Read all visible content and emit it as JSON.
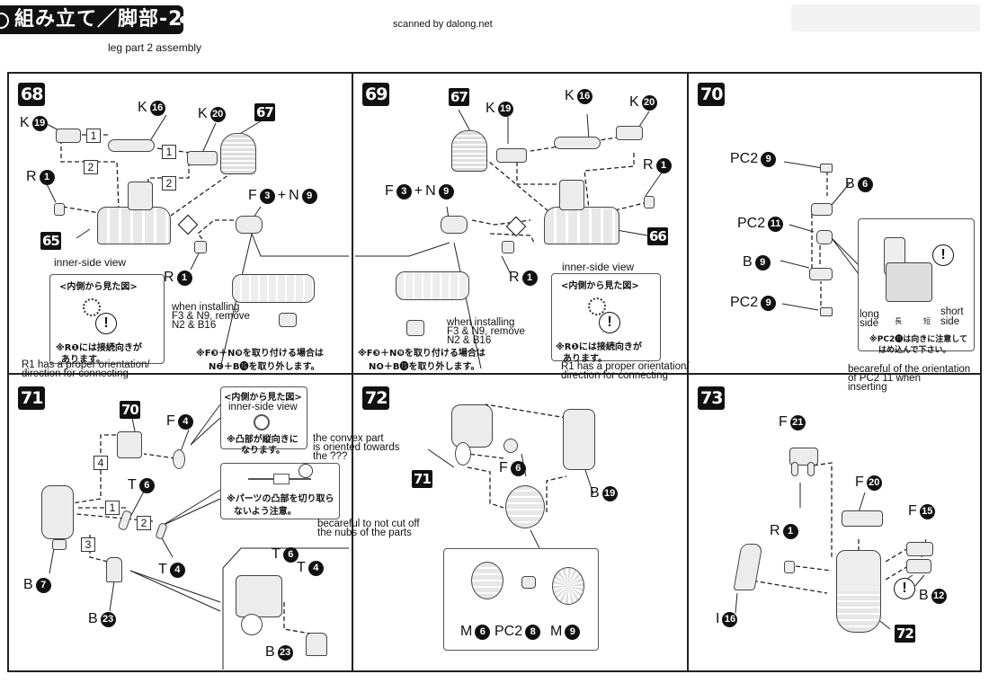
{
  "header": {
    "title": "組み立て／脚部-2",
    "subtitle": "leg part 2 assembly",
    "credit": "scanned by dalong.net"
  },
  "steps": {
    "s68": {
      "number": "68",
      "labels": {
        "k19": {
          "letter": "K",
          "num": "19"
        },
        "k16": {
          "letter": "K",
          "num": "16"
        },
        "k20": {
          "letter": "K",
          "num": "20"
        },
        "ref67": "67",
        "r1a": {
          "letter": "R",
          "num": "1"
        },
        "f3": {
          "letter": "F",
          "num": "3"
        },
        "plus": "+",
        "n9": {
          "letter": "N",
          "num": "9"
        },
        "ref65": "65",
        "r1b": {
          "letter": "R",
          "num": "1"
        }
      },
      "order": [
        "1",
        "1",
        "2",
        "2"
      ],
      "inner_view_en": "inner-side view",
      "inner_view_jp": "<内側から見た図>",
      "inner_note_jp_1": "※R❶には接続向きが",
      "inner_note_jp_2": "あります。",
      "inner_note_en_1": "R1 has a proper orientation/",
      "inner_note_en_2": "direction for connecting",
      "remove_en_1": "when installing",
      "remove_en_2": "F3 & N9, remove",
      "remove_en_3": "N2 & B16",
      "remove_jp_1": "※F❸＋N❾を取り付ける場合は",
      "remove_jp_2": "N❷＋B⓰を取り外します。"
    },
    "s69": {
      "number": "69",
      "labels": {
        "ref67": "67",
        "k19": {
          "letter": "K",
          "num": "19"
        },
        "k16": {
          "letter": "K",
          "num": "16"
        },
        "k20": {
          "letter": "K",
          "num": "20"
        },
        "r1a": {
          "letter": "R",
          "num": "1"
        },
        "f3": {
          "letter": "F",
          "num": "3"
        },
        "plus": "+",
        "n9": {
          "letter": "N",
          "num": "9"
        },
        "ref66": "66",
        "r1b": {
          "letter": "R",
          "num": "1"
        }
      },
      "inner_view_en": "inner-side view",
      "inner_view_jp": "<内側から見た図>",
      "inner_note_jp_1": "※R❶には接続向きが",
      "inner_note_jp_2": "あります。",
      "inner_note_en_1": "R1 has a proper orientation/",
      "inner_note_en_2": "direction for connecting",
      "remove_en_1": "when installing",
      "remove_en_2": "F3 & N9, remove",
      "remove_en_3": "N2 & B16",
      "remove_jp_1": "※F❸＋N❾を取り付ける場合は",
      "remove_jp_2": "N❹＋B⓯を取り外します。"
    },
    "s70": {
      "number": "70",
      "labels": {
        "pc2_9a": {
          "letter": "PC2",
          "num": "9"
        },
        "b6": {
          "letter": "B",
          "num": "6"
        },
        "pc2_11": {
          "letter": "PC2",
          "num": "11"
        },
        "b9": {
          "letter": "B",
          "num": "9"
        },
        "pc2_9b": {
          "letter": "PC2",
          "num": "9"
        }
      },
      "long_side": "long side",
      "short_side": "short side",
      "long_jp": "長",
      "short_jp": "短",
      "note_jp_1": "※PC2⓫は向きに注意して",
      "note_jp_2": "はめ込んで下さい。",
      "note_en_1": "becareful of the orientation",
      "note_en_2": "of PC2 11 when",
      "note_en_3": "inserting"
    },
    "s71": {
      "number": "71",
      "labels": {
        "ref70": "70",
        "f4": {
          "letter": "F",
          "num": "4"
        },
        "t6a": {
          "letter": "T",
          "num": "6"
        },
        "t4a": {
          "letter": "T",
          "num": "4"
        },
        "b7": {
          "letter": "B",
          "num": "7"
        },
        "b23a": {
          "letter": "B",
          "num": "23"
        },
        "t6b": {
          "letter": "T",
          "num": "6"
        },
        "t4b": {
          "letter": "T",
          "num": "4"
        },
        "b23b": {
          "letter": "B",
          "num": "23"
        }
      },
      "order": [
        "4",
        "1",
        "2",
        "3"
      ],
      "inner_view_jp": "<内側から見た図>",
      "inner_view_en": "inner-side view",
      "convex_jp_1": "※凸部が縦向きに",
      "convex_jp_2": "なります。",
      "convex_en_1": "the convex part",
      "convex_en_2": "is oriented towards",
      "convex_en_3": "the ???",
      "nub_jp_1": "※パーツの凸部を切り取ら",
      "nub_jp_2": "ないよう注意。",
      "nub_en_1": "becareful to not cut off",
      "nub_en_2": "the nubs of the parts"
    },
    "s72": {
      "number": "72",
      "labels": {
        "ref71": "71",
        "f6": {
          "letter": "F",
          "num": "6"
        },
        "b19": {
          "letter": "B",
          "num": "19"
        },
        "m6": {
          "letter": "M",
          "num": "6"
        },
        "pc2_8": {
          "letter": "PC2",
          "num": "8"
        },
        "m9": {
          "letter": "M",
          "num": "9"
        }
      }
    },
    "s73": {
      "number": "73",
      "labels": {
        "f21": {
          "letter": "F",
          "num": "21"
        },
        "f20": {
          "letter": "F",
          "num": "20"
        },
        "f15": {
          "letter": "F",
          "num": "15"
        },
        "r1": {
          "letter": "R",
          "num": "1"
        },
        "b12": {
          "letter": "B",
          "num": "12"
        },
        "i16": {
          "letter": "I",
          "num": "16"
        },
        "ref72": "72"
      }
    }
  },
  "icons": {
    "warning": "!"
  }
}
